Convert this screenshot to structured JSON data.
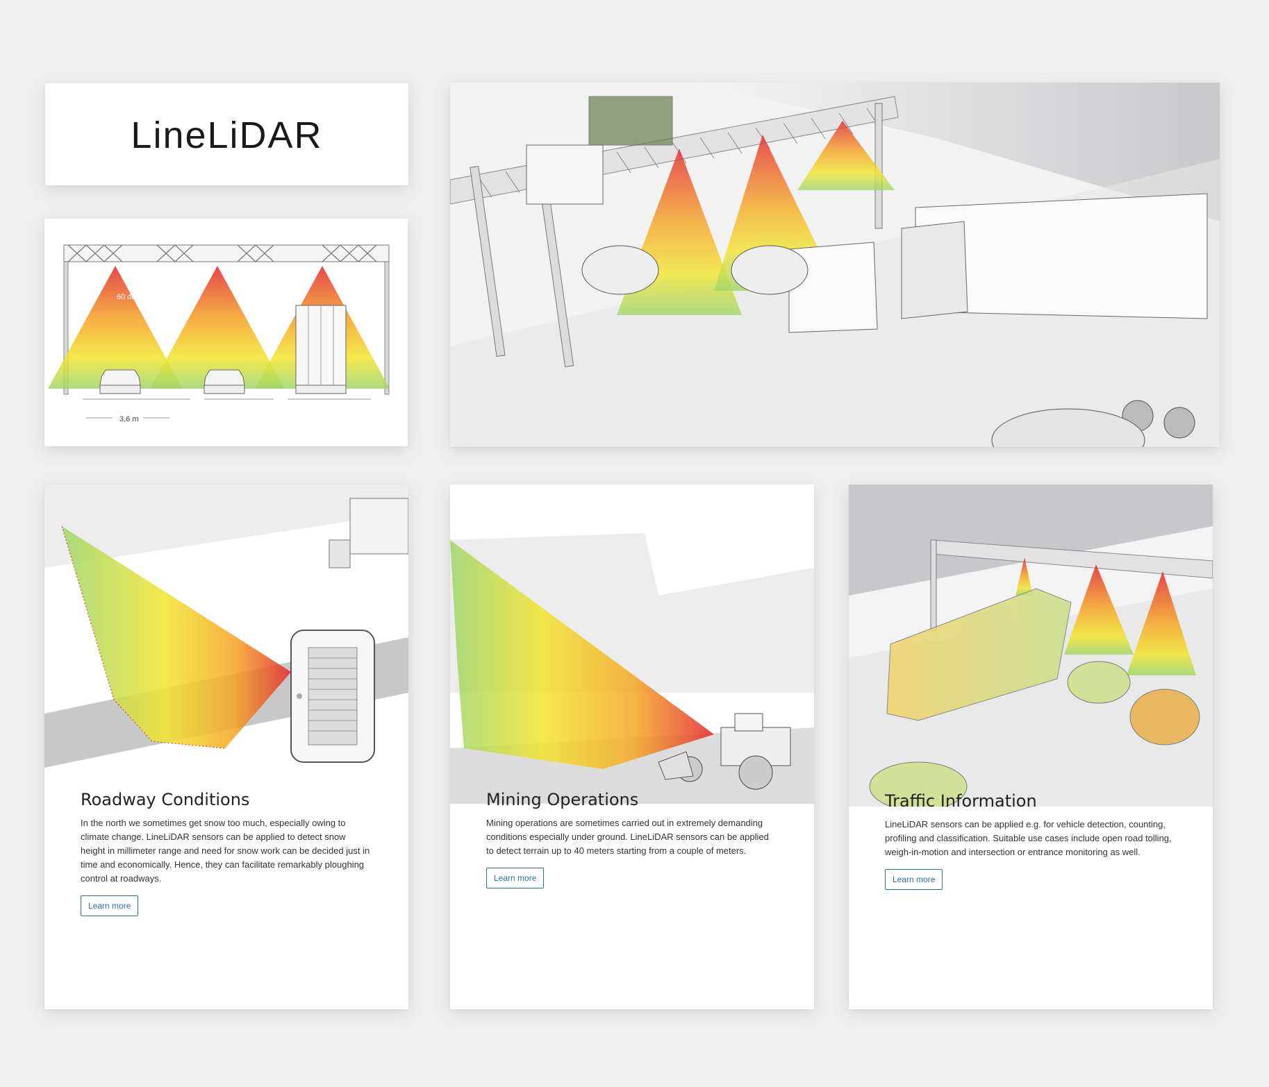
{
  "logo": {
    "text": "LineLiDAR"
  },
  "diagram": {
    "angle_label": "60 deg",
    "lane_width_label": "3,6 m"
  },
  "colors": {
    "red": "#e3262c",
    "yellow": "#f2e52e",
    "green": "#9fd66a",
    "button": "#2a6fa8"
  },
  "cards": [
    {
      "title": "Roadway Conditions",
      "text": "In the north we sometimes get snow too much, especially owing to climate change. LineLiDAR sensors can be applied to detect snow height in millimeter range and need for snow work can be decided just in time and economically. Hence, they can facilitate remarkably ploughing control at roadways.",
      "button": "Learn more"
    },
    {
      "title": "Mining Operations",
      "text": "Mining operations are sometimes carried out in extremely demanding conditions especially under ground. LineLiDAR sensors can be applied to detect terrain up to 40 meters starting from a couple of meters.",
      "button": "Learn more"
    },
    {
      "title": "Traffic Information",
      "text": "LineLiDAR sensors can be applied e.g. for vehicle detection, counting, profiling and classification. Suitable use cases include open road tolling, weigh-in-motion and intersection or entrance monitoring as well.",
      "button": "Learn more"
    }
  ]
}
